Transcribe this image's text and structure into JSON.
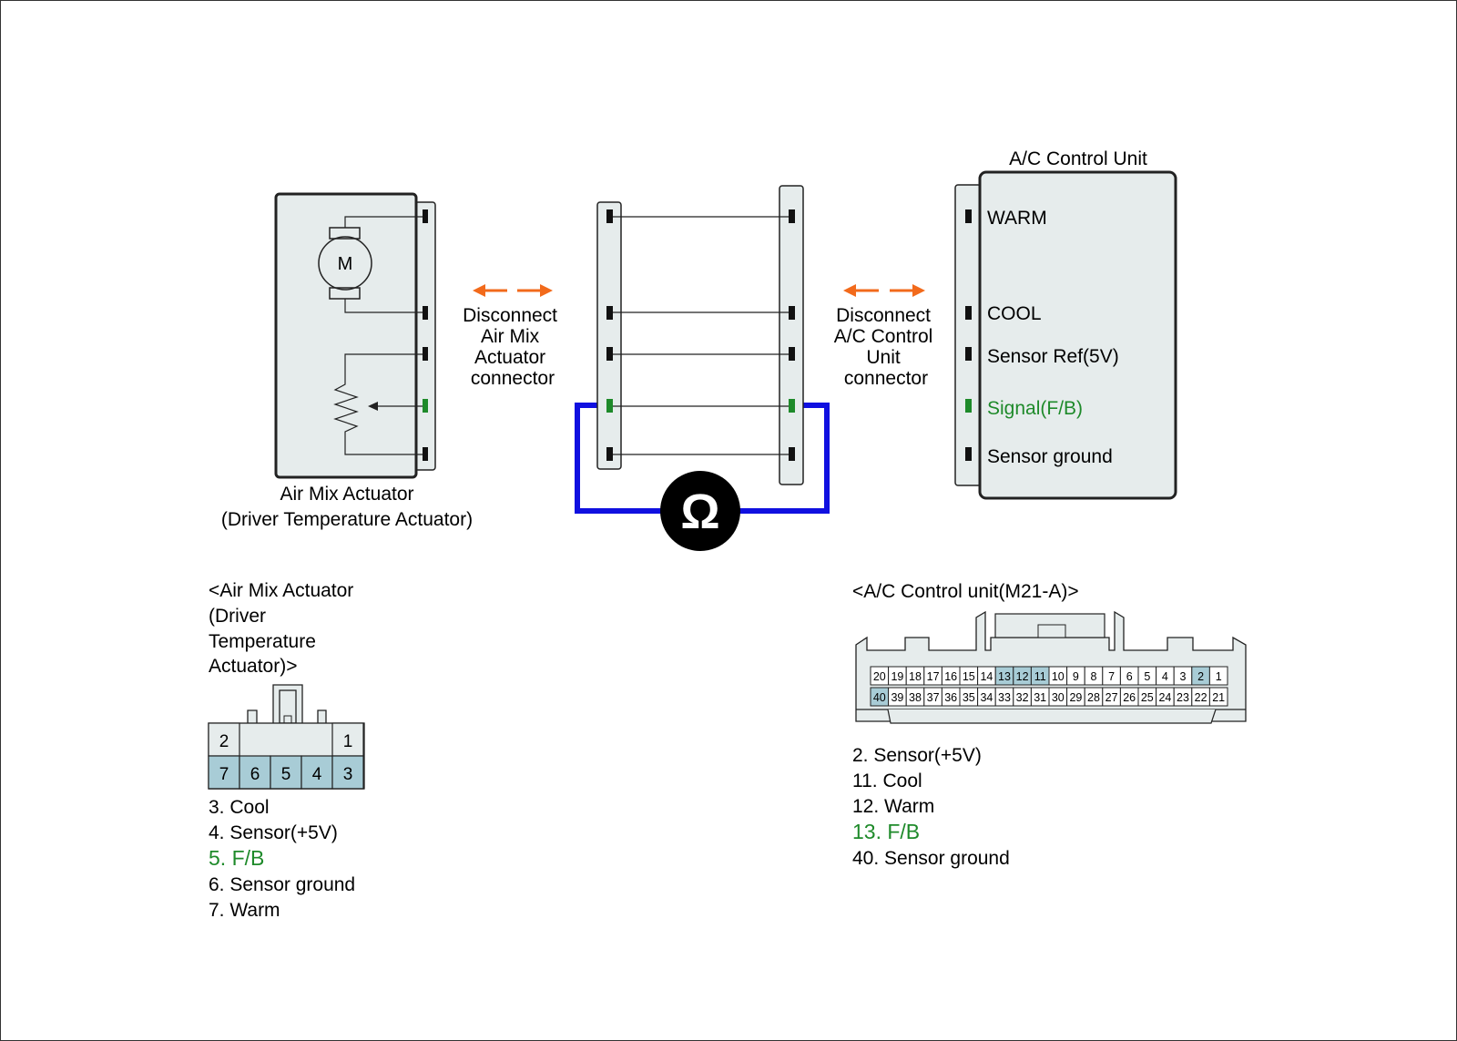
{
  "colors": {
    "panel_fill": "#e6ecec",
    "outline": "#222222",
    "pin": "#111111",
    "signal_green": "#1e8a2a",
    "probe_blue": "#1010e0",
    "arrow_orange": "#f26a1b",
    "pin_highlight": "#a8ccd6",
    "meter_fill": "#000000",
    "meter_text": "#ffffff"
  },
  "actuator": {
    "motor_label": "M",
    "caption_line1": "Air Mix Actuator",
    "caption_line2": "(Driver Temperature Actuator)"
  },
  "disconnect_left": [
    "Disconnect",
    "Air Mix",
    "Actuator",
    "connector"
  ],
  "disconnect_right": [
    "Disconnect",
    "A/C Control",
    "Unit",
    "connector"
  ],
  "meter_symbol": "Ω",
  "control_unit": {
    "title": "A/C Control Unit",
    "pins": [
      {
        "label": "WARM",
        "signal": false
      },
      {
        "label": "COOL",
        "signal": false
      },
      {
        "label": "Sensor Ref(5V)",
        "signal": false
      },
      {
        "label": "Signal(F/B)",
        "signal": true
      },
      {
        "label": "Sensor ground",
        "signal": false
      }
    ]
  },
  "actuator_connector": {
    "title_lines": [
      "<Air Mix Actuator",
      "(Driver",
      "Temperature",
      "Actuator)>"
    ],
    "top_row": [
      "2",
      "1"
    ],
    "bottom_row": [
      "7",
      "6",
      "5",
      "4",
      "3"
    ],
    "highlighted": [
      "7",
      "6",
      "5",
      "4",
      "3"
    ],
    "legend": [
      {
        "text": "3. Cool",
        "signal": false
      },
      {
        "text": "4. Sensor(+5V)",
        "signal": false
      },
      {
        "text": "5. F/B",
        "signal": true
      },
      {
        "text": "6. Sensor ground",
        "signal": false
      },
      {
        "text": "7. Warm",
        "signal": false
      }
    ]
  },
  "control_connector": {
    "title": "<A/C Control unit(M21-A)>",
    "top_row": [
      "20",
      "19",
      "18",
      "17",
      "16",
      "15",
      "14",
      "13",
      "12",
      "11",
      "10",
      "9",
      "8",
      "7",
      "6",
      "5",
      "4",
      "3",
      "2",
      "1"
    ],
    "bottom_row": [
      "40",
      "39",
      "38",
      "37",
      "36",
      "35",
      "34",
      "33",
      "32",
      "31",
      "30",
      "29",
      "28",
      "27",
      "26",
      "25",
      "24",
      "23",
      "22",
      "21"
    ],
    "highlighted": [
      "13",
      "12",
      "11",
      "2",
      "40"
    ],
    "legend": [
      {
        "text": "2. Sensor(+5V)",
        "signal": false
      },
      {
        "text": "11. Cool",
        "signal": false
      },
      {
        "text": "12. Warm",
        "signal": false
      },
      {
        "text": "13. F/B",
        "signal": true
      },
      {
        "text": "40. Sensor ground",
        "signal": false
      }
    ]
  }
}
